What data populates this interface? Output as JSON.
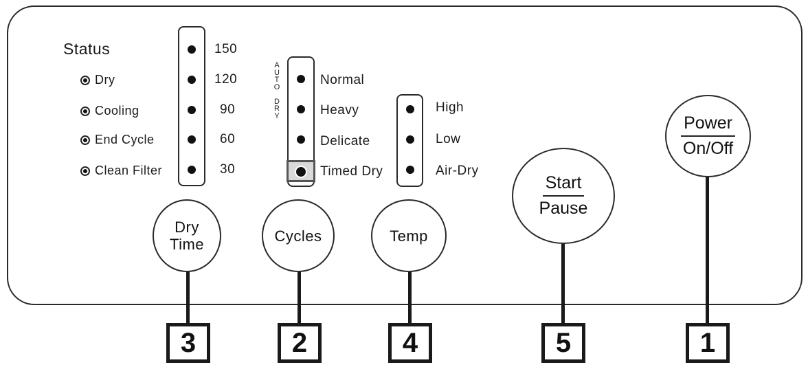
{
  "status": {
    "title": "Status",
    "items": [
      "Dry",
      "Cooling",
      "End Cycle",
      "Clean Filter"
    ]
  },
  "dry_time": {
    "values": [
      "150",
      "120",
      "90",
      "60",
      "30"
    ],
    "button_lines": [
      "Dry",
      "Time"
    ],
    "callout": "3"
  },
  "cycles": {
    "group_label": [
      "A",
      "U",
      "T",
      "O",
      "",
      "D",
      "R",
      "Y"
    ],
    "options": [
      "Normal",
      "Heavy",
      "Delicate",
      "Timed Dry"
    ],
    "selected": "Timed Dry",
    "button_label": "Cycles",
    "callout": "2"
  },
  "temp": {
    "options": [
      "High",
      "Low",
      "Air-Dry"
    ],
    "button_label": "Temp",
    "callout": "4"
  },
  "start": {
    "top": "Start",
    "bottom": "Pause",
    "callout": "5"
  },
  "power": {
    "top": "Power",
    "bottom": "On/Off",
    "callout": "1"
  }
}
